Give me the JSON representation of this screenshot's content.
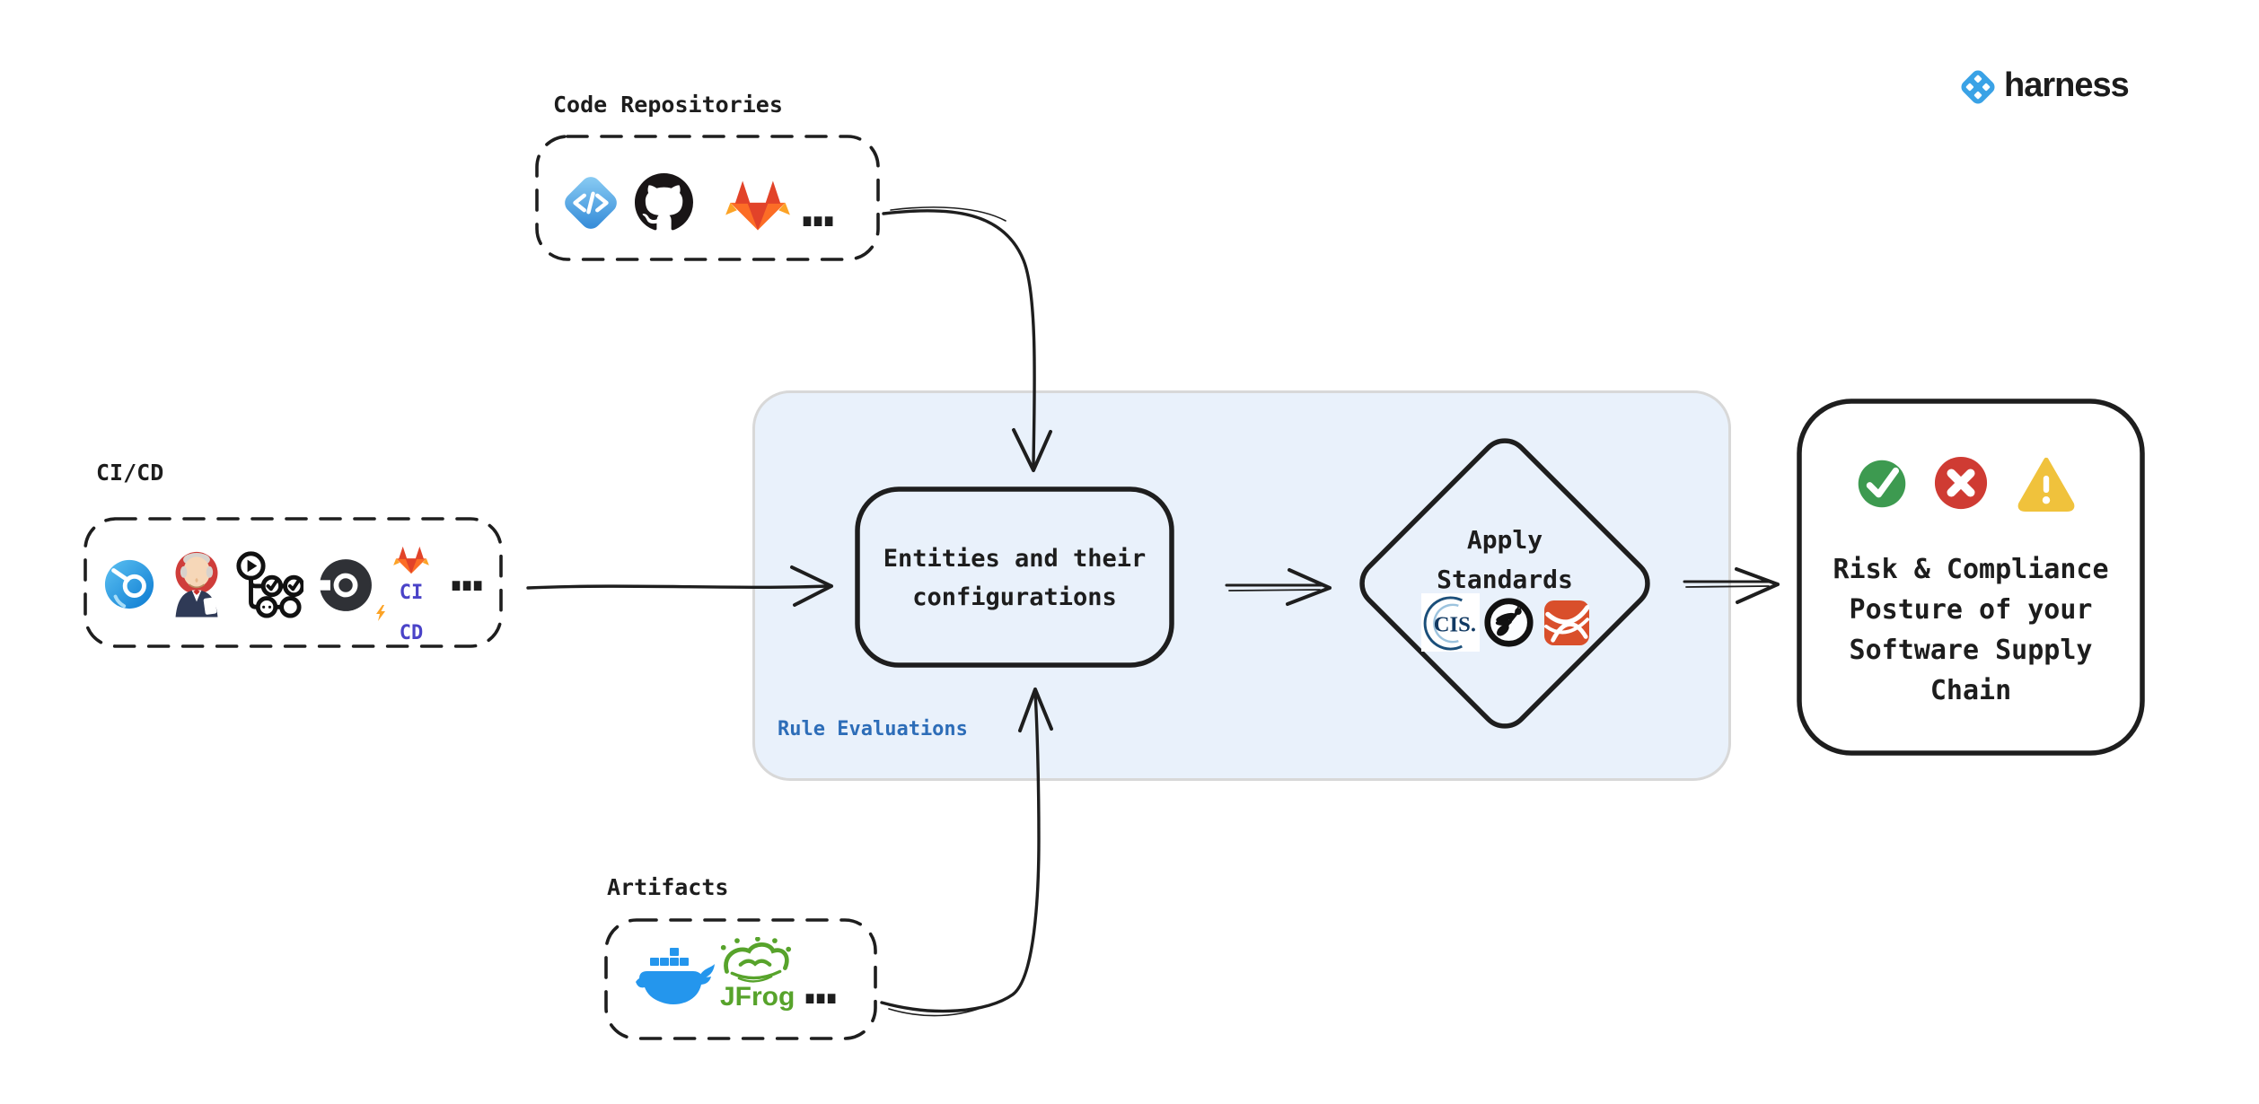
{
  "brand": {
    "name": "harness",
    "mark_icon": "harness-knot-icon",
    "blue": "#3aa2e6"
  },
  "sources": {
    "code": {
      "label": "Code Repositories",
      "more": "…",
      "icons": [
        "harness-code-icon",
        "github-icon",
        "gitlab-icon"
      ]
    },
    "cicd": {
      "label": "CI/CD",
      "more": "…",
      "icons": [
        "harness-ci-icon",
        "jenkins-icon",
        "github-actions-icon",
        "circleci-icon",
        "gitlab-cicd-icon"
      ],
      "gitlab_ci": "CI",
      "gitlab_cd": "CD"
    },
    "artifacts": {
      "label": "Artifacts",
      "more": "…",
      "icons": [
        "docker-icon",
        "jfrog-icon"
      ],
      "jfrog_word": "JFrog"
    }
  },
  "panel": {
    "label": "Rule Evaluations",
    "fill": "#e9f1fb",
    "border": "#d8d8d8",
    "label_color": "#2d6db8"
  },
  "entities": {
    "lines": [
      "Entities and their",
      "configurations"
    ]
  },
  "standards": {
    "lines": [
      "Apply",
      "Standards"
    ],
    "cis_text": "CIS.",
    "icons": [
      "cis-icon",
      "owasp-icon",
      "red-ribbon-standards-icon"
    ]
  },
  "outcome": {
    "lines": [
      "Risk & Compliance",
      "Posture of your",
      "Software Supply",
      "Chain"
    ],
    "icons": [
      "success-check-icon",
      "error-cross-icon",
      "warning-triangle-icon"
    ],
    "success": "#3d9a50",
    "error": "#cf3b33",
    "warning": "#f0c23c"
  },
  "ink": "#1e1e1e"
}
